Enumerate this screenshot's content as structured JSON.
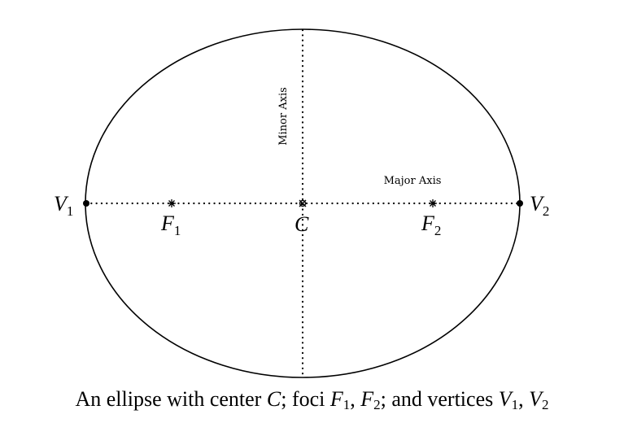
{
  "diagram": {
    "labels": {
      "vertex_left": "V",
      "vertex_left_sub": "1",
      "vertex_right": "V",
      "vertex_right_sub": "2",
      "focus_left": "F",
      "focus_left_sub": "1",
      "focus_right": "F",
      "focus_right_sub": "2",
      "center": "C",
      "minor_axis": "Minor Axis",
      "major_axis": "Major Axis"
    },
    "caption": {
      "t1": "An ellipse with center ",
      "c": "C",
      "t2": "; foci ",
      "f1": "F",
      "f1_sub": "1",
      "t3": ", ",
      "f2": "F",
      "f2_sub": "2",
      "t4": "; and vertices ",
      "v1": "V",
      "v1_sub": "1",
      "t5": ", ",
      "v2": "V",
      "v2_sub": "2"
    },
    "colors": {
      "stroke": "#000000",
      "background": "#ffffff"
    }
  }
}
